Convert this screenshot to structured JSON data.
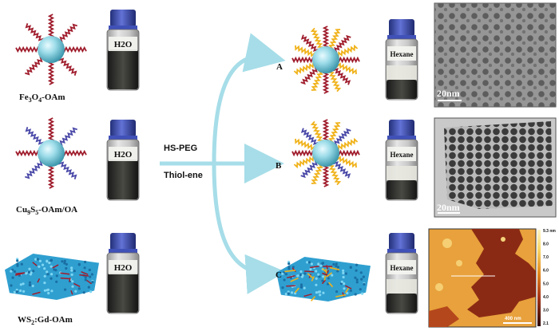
{
  "left_labels": [
    {
      "base": "Fe",
      "sub1": "3",
      "mid": "O",
      "sub2": "4",
      "tail": "-OAm"
    },
    {
      "base": "Cu",
      "sub1": "9",
      "mid": "S",
      "sub2": "5",
      "tail": "-OAm/OA"
    },
    {
      "base": "WS",
      "sub1": "2",
      "mid": "",
      "sub2": "",
      "tail": ":Gd-OAm"
    }
  ],
  "vial_left_labels": [
    "H2O",
    "H2O",
    "H2O"
  ],
  "vial_right_labels": [
    "Hexane",
    "Hexane",
    "Hexane"
  ],
  "reaction": {
    "line1": "HS-PEG",
    "line2": "Thiol-ene"
  },
  "route_letters": [
    "A",
    "B",
    "C"
  ],
  "tem_scale": [
    "20nm",
    "20nm"
  ],
  "afm": {
    "colorbar_ticks": [
      "9.3 nm",
      "8.0",
      "7.0",
      "6.0",
      "5.0",
      "4.0",
      "3.0",
      "2.1"
    ],
    "scale_label": "400 nm"
  },
  "colors": {
    "particle": "#8fd6e4",
    "oam_chain": "#a01e2e",
    "oa_chain": "#4a49a8",
    "peg_chain": "#f0b21a",
    "arrow": "#a6dde8",
    "vial_cap": "#3d4fb2"
  }
}
